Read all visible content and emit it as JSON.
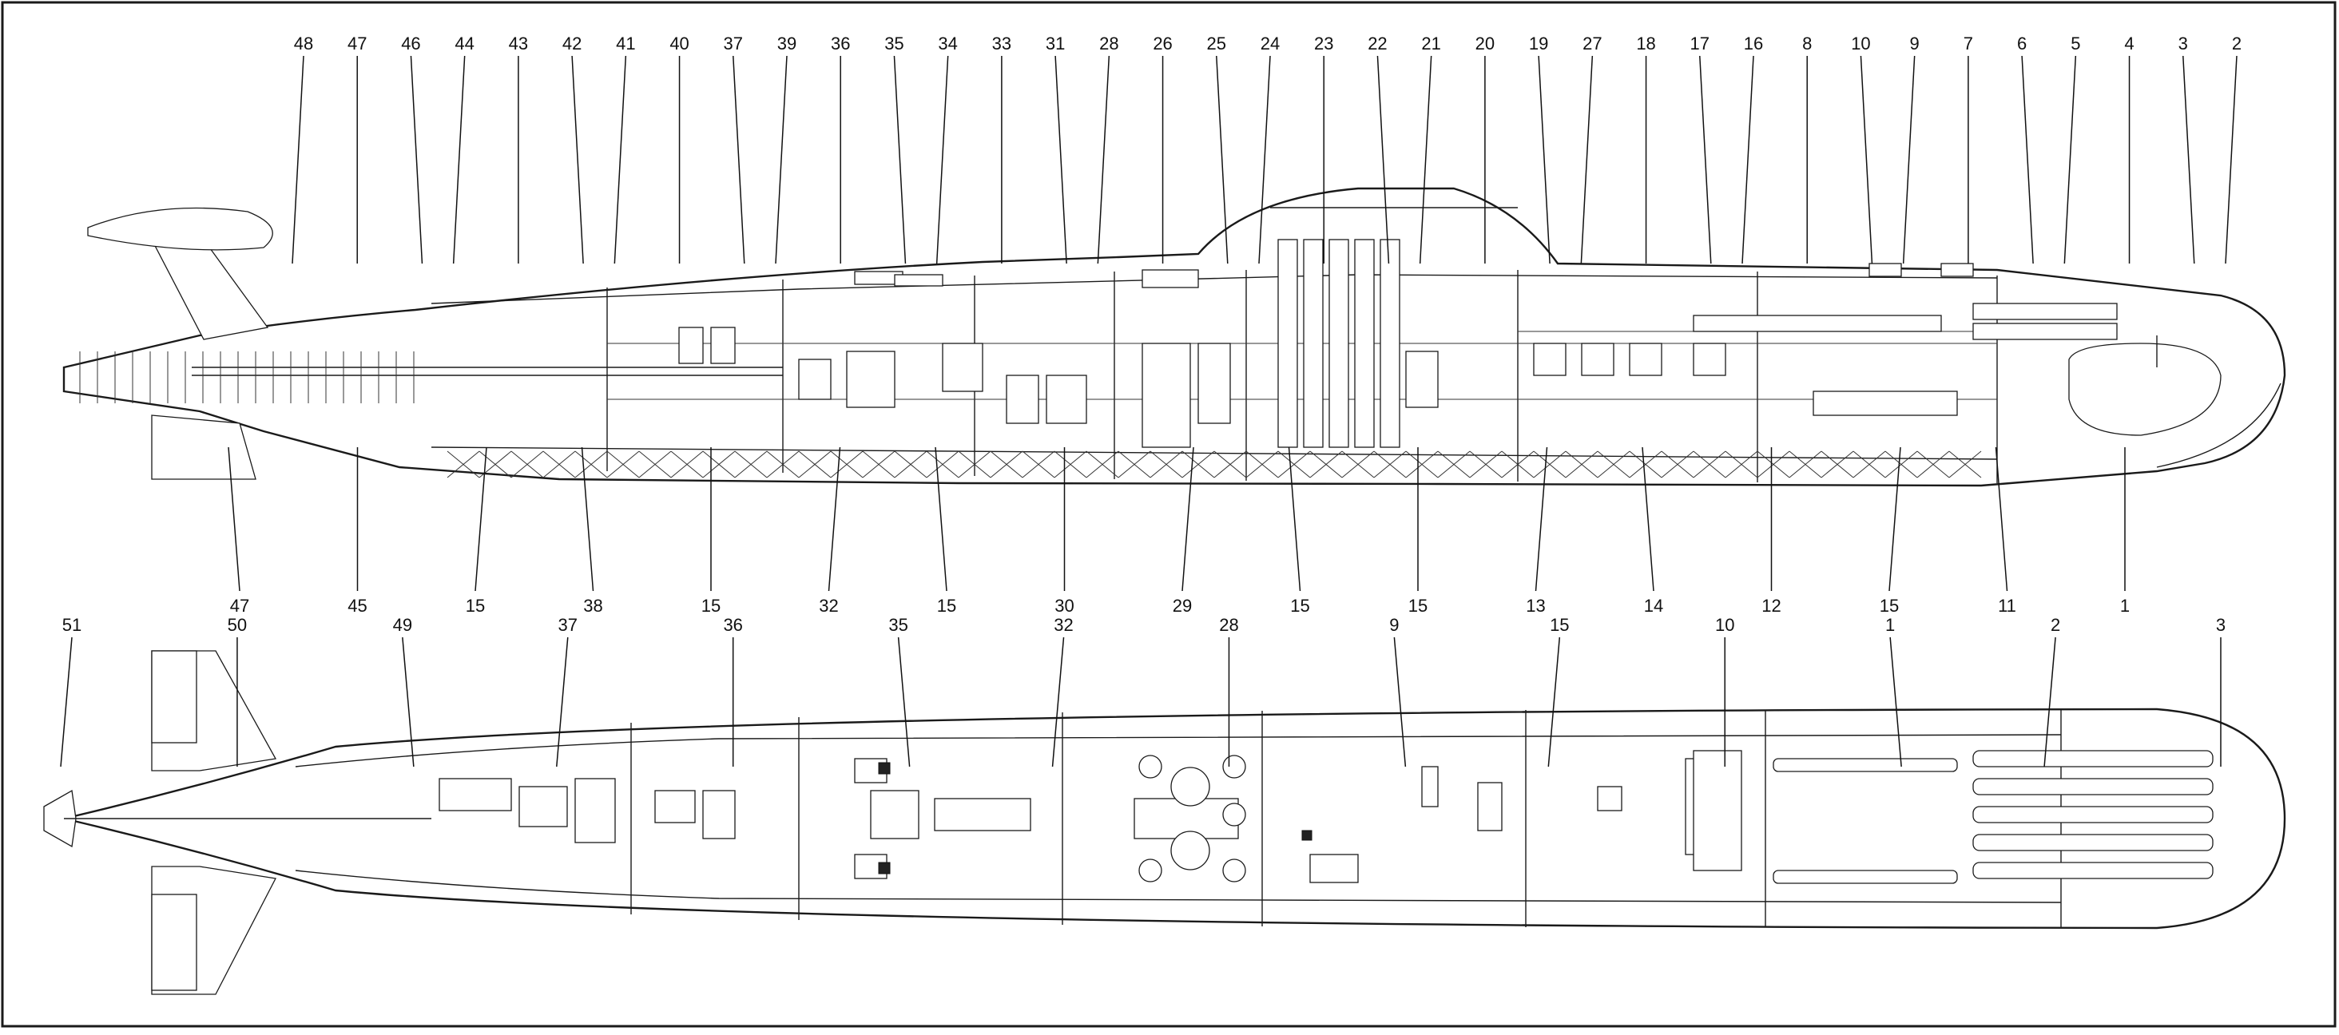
{
  "figure": {
    "background": "#ffffff",
    "line_color": "#1a1a1a",
    "top_view_callouts": {
      "upper_row": [
        "48",
        "47",
        "46",
        "44",
        "43",
        "42",
        "41",
        "40",
        "37",
        "39",
        "36",
        "35",
        "34",
        "33",
        "31",
        "28",
        "26",
        "25",
        "24",
        "23",
        "22",
        "21",
        "20",
        "19",
        "27",
        "18",
        "17",
        "16",
        "8",
        "10",
        "9",
        "7",
        "6",
        "5",
        "4",
        "3",
        "2"
      ],
      "lower_row": [
        "47",
        "45",
        "15",
        "38",
        "15",
        "32",
        "15",
        "30",
        "29",
        "15",
        "15",
        "13",
        "14",
        "12",
        "15",
        "11",
        "1"
      ]
    },
    "bottom_view_callouts": [
      "51",
      "50",
      "49",
      "37",
      "36",
      "35",
      "32",
      "28",
      "9",
      "15",
      "10",
      "1",
      "2",
      "3"
    ]
  }
}
